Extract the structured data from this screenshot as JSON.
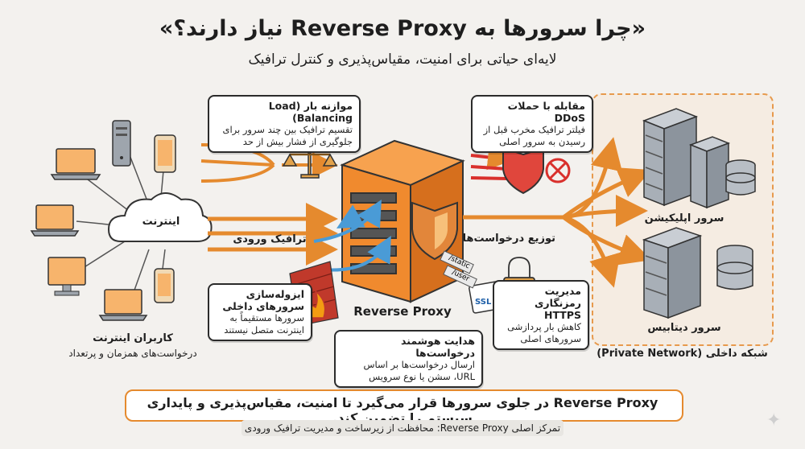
{
  "title": "«چرا سرورها به Reverse Proxy نیاز دارند؟»",
  "subtitle": "لایه‌ای حیاتی برای امنیت، مقیاس‌پذیری و کنترل ترافیک",
  "internet_label": "اینترنت",
  "users": {
    "title": "کاربران اینترنت",
    "desc": "درخواست‌های همزمان و پرتعداد"
  },
  "incoming_traffic": "ترافیک ورودی",
  "load_balancing": {
    "title": "موازنه بار (Load Balancing)",
    "desc": "تقسیم ترافیک بین چند سرور برای جلوگیری از فشار بیش از حد"
  },
  "ddos": {
    "title": "مقابله با حملات DDoS",
    "desc": "فیلتر ترافیک مخرب قبل از رسیدن به سرور اصلی"
  },
  "isolation": {
    "title": "ایزوله‌سازی سرورهای داخلی",
    "desc": "سرورها مستقیماً به اینترنت متصل نیستند"
  },
  "center_label": "Reverse Proxy",
  "smart_routing": {
    "title": "هدایت هوشمند درخواست‌ها",
    "desc": "ارسال درخواست‌ها بر اساس URL، سشن یا نوع سرویس"
  },
  "https": {
    "title": "مدیریت رمزنگاری HTTPS",
    "desc": "کاهش بار پردازشی سرورهای اصلی"
  },
  "ssl_label": "SSL",
  "path_labels": [
    "/static",
    "/user"
  ],
  "distribution": "توزیع درخواست‌ها",
  "app_server": "سرور اپلیکیشن",
  "db_server": "سرور دیتابیس",
  "private_network": "شبکه داخلی (Private Network)",
  "bottom_main": "Reverse Proxy در جلوی سرورها قرار می‌گیرد تا امنیت، مقیاس‌پذیری و پایداری سیستم را تضمین کند.",
  "bottom_note": "تمرکز اصلی Reverse Proxy: محافظت از زیرساخت و مدیریت ترافیک ورودی",
  "colors": {
    "accent": "#e58a2e",
    "proxy": "#e07a2a",
    "danger": "#d9302c",
    "arrow_blue": "#4a9bd6",
    "bg": "#f3f1ee"
  }
}
